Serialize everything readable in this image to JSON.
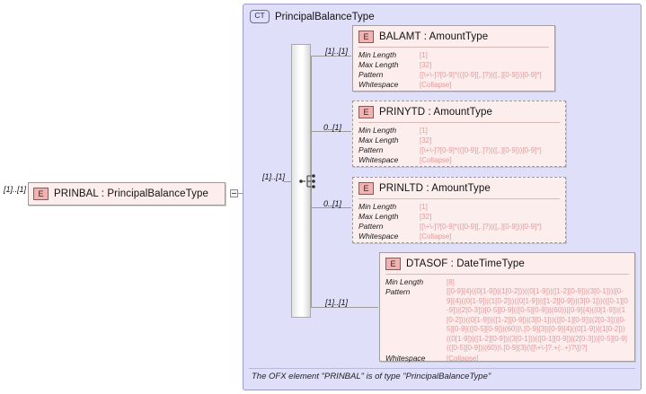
{
  "diagram": {
    "kind": "xsd-element-diagram",
    "colors": {
      "container_bg": "#dfdffa",
      "container_border": "#9a9ac8",
      "element_bg": "#fdeded",
      "element_border": "#a0a0a0",
      "badge_bg": "#f0b3b3",
      "facet_value": "#e09a9a",
      "connector": "#9a9a9a"
    }
  },
  "root_element": {
    "cardinality": "[1]..[1]",
    "badge": "E",
    "badge_icon": "element-icon",
    "name": "PRINBAL",
    "type": "PrincipalBalanceType",
    "label": "PRINBAL : PrincipalBalanceType",
    "toggle_icon": "collapse-minus-icon"
  },
  "complex_type": {
    "badge": "CT",
    "badge_icon": "complextype-icon",
    "name": "PrincipalBalanceType",
    "footer_note": "The OFX element \"PRINBAL\" is of type \"PrincipalBalanceType\"",
    "compositor": {
      "kind": "sequence",
      "icon": "sequence-icon",
      "cardinality": "[1]..[1]"
    }
  },
  "facet_labels": {
    "min_length": "Min Length",
    "max_length": "Max Length",
    "pattern": "Pattern",
    "whitespace": "Whitespace"
  },
  "children": [
    {
      "badge": "E",
      "badge_icon": "element-icon",
      "name": "BALAMT",
      "type": "AmountType",
      "label": "BALAMT : AmountType",
      "cardinality": "[1]..[1]",
      "required": true,
      "facets": {
        "min_length": "[1]",
        "max_length": "[32]",
        "pattern": "[[\\+\\-]?[0-9]*(([0-9][,.]?)|([,.][0-9]))[0-9]*]",
        "whitespace": "[Collapse]"
      }
    },
    {
      "badge": "E",
      "badge_icon": "element-icon",
      "name": "PRINYTD",
      "type": "AmountType",
      "label": "PRINYTD : AmountType",
      "cardinality": "0..[1]",
      "required": false,
      "facets": {
        "min_length": "[1]",
        "max_length": "[32]",
        "pattern": "[[\\+\\-]?[0-9]*(([0-9][,.]?)|([,.][0-9]))[0-9]*]",
        "whitespace": "[Collapse]"
      }
    },
    {
      "badge": "E",
      "badge_icon": "element-icon",
      "name": "PRINLTD",
      "type": "AmountType",
      "label": "PRINLTD : AmountType",
      "cardinality": "0..[1]",
      "required": false,
      "facets": {
        "min_length": "[1]",
        "max_length": "[32]",
        "pattern": "[[\\+\\-]?[0-9]*(([0-9][,.]?)|([,.][0-9]))[0-9]*]",
        "whitespace": "[Collapse]"
      }
    },
    {
      "badge": "E",
      "badge_icon": "element-icon",
      "name": "DTASOF",
      "type": "DateTimeType",
      "label": "DTASOF : DateTimeType",
      "cardinality": "[1]..[1]",
      "required": true,
      "facets": {
        "min_length": "[8]",
        "pattern": "[[0-9]{4}((0[1-9])|(1[0-2]))((0[1-9])|([1-2][0-9])|(3[0-1]))|[0-9]{4}((0[1-9])|(1[0-2]))((0[1-9])|([1-2][0-9])|(3[0-1]))(([0-1][0-9])|(2[0-3]))[0-5][0-9](([0-5][0-9])|(60))|[0-9]{4}((0[1-9])|(1[0-2]))((0[1-9])|([1-2][0-9])|(3[0-1]))(([0-1][0-9])|(2[0-3]))[0-5][0-9](([0-5][0-9])|(60))\\.[0-9]{3}|[0-9]{4}((0[1-9])|(1[0-2]))((0[1-9])|([1-2][0-9])|(3[0-1]))(([0-1][0-9])|(2[0-3]))[0-5][0-9](([0-5][0-9])|(60))\\.[0-9]{3}(\\[[\\+\\-]?.+(:.+)?\\])?]",
        "whitespace": "[Collapse]"
      }
    }
  ]
}
